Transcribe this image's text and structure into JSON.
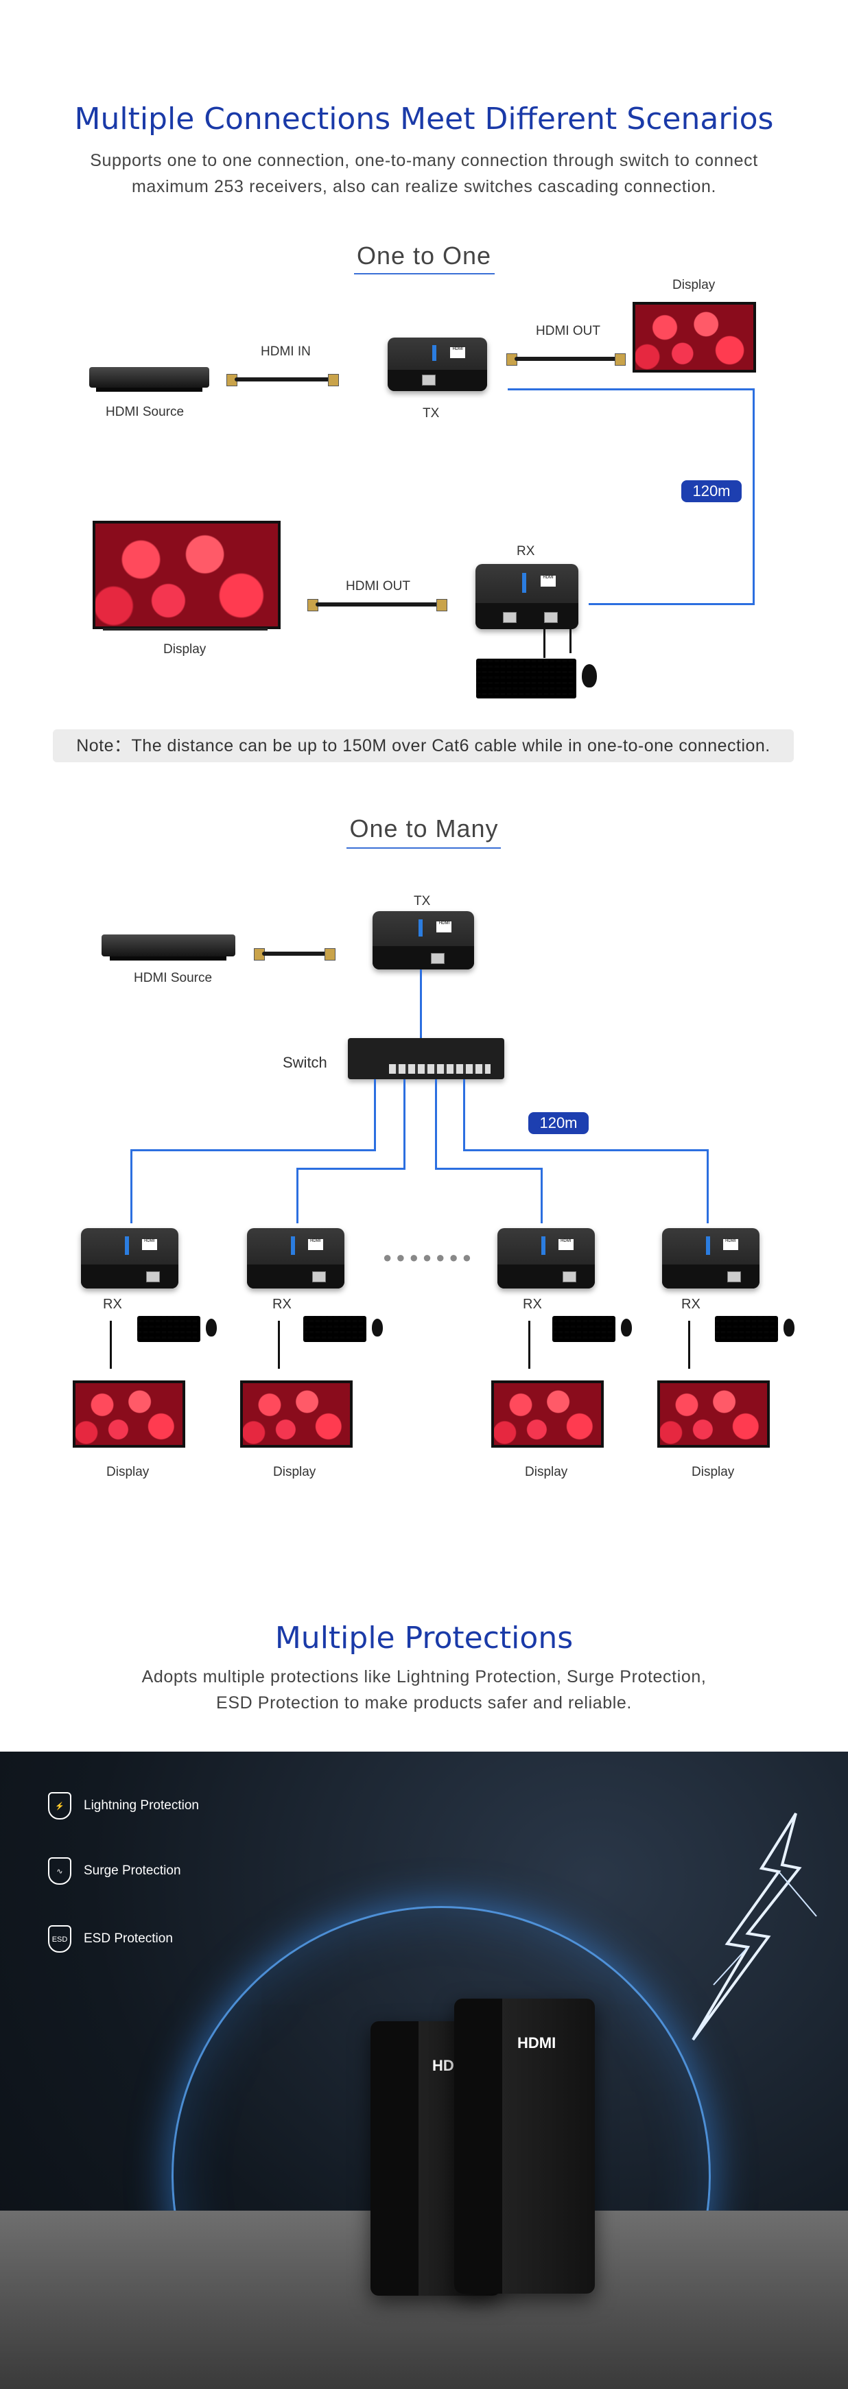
{
  "section1": {
    "title": "Multiple Connections Meet Different Scenarios",
    "subtitle_line1": "Supports one to one connection, one-to-many connection through switch to connect",
    "subtitle_line2": "maximum 253 receivers, also can realize switches cascading connection."
  },
  "one_to_one": {
    "heading": "One to One",
    "hdmi_source": "HDMI Source",
    "hdmi_in": "HDMI IN",
    "tx": "TX",
    "hdmi_out_top": "HDMI OUT",
    "display_top": "Display",
    "distance": "120m",
    "rx": "RX",
    "hdmi_out_bottom": "HDMI OUT",
    "display_bottom": "Display",
    "note": "Note：The distance can be up to 150M over Cat6 cable while in one-to-one connection."
  },
  "one_to_many": {
    "heading": "One to Many",
    "tx": "TX",
    "hdmi_source": "HDMI Source",
    "switch": "Switch",
    "distance": "120m",
    "dots": "●●●●●●●",
    "receivers": [
      {
        "rx": "RX",
        "display": "Display"
      },
      {
        "rx": "RX",
        "display": "Display"
      },
      {
        "rx": "RX",
        "display": "Display"
      },
      {
        "rx": "RX",
        "display": "Display"
      }
    ]
  },
  "protections": {
    "title": "Multiple Protections",
    "subtitle_line1": "Adopts multiple protections like Lightning Protection, Surge Protection,",
    "subtitle_line2": "ESD Protection to make products safer and reliable.",
    "items": [
      {
        "label": "Lightning Protection",
        "icon": "lightning-shield-icon"
      },
      {
        "label": "Surge Protection",
        "icon": "surge-shield-icon"
      },
      {
        "label": "ESD Protection",
        "icon": "esd-shield-icon",
        "icon_text": "ESD"
      }
    ],
    "device_logo": "HDMI"
  },
  "colors": {
    "title_blue": "#1a3aa8",
    "cable_blue": "#2c6fe0",
    "tag_blue": "#1d3fb0"
  }
}
